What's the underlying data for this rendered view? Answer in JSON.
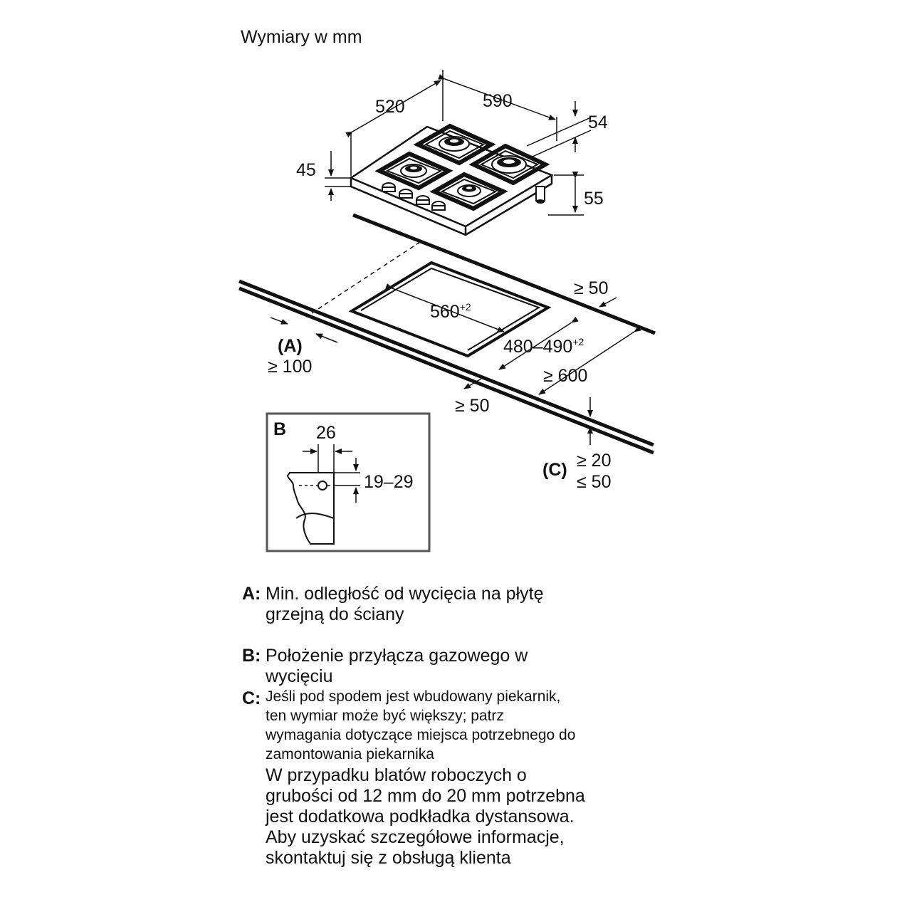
{
  "header": {
    "title": "Wymiary w mm"
  },
  "dims": {
    "depth": "520",
    "width": "590",
    "top": "54",
    "glass": "45",
    "height": "55",
    "cut_width": "560",
    "cut_width_tol": "+2",
    "cut_depth": "480–490",
    "cut_depth_tol": "+2",
    "rear": "≥ 50",
    "wall_label": "(A)",
    "wall": "≥ 100",
    "side": "≥ 600",
    "front": "≥ 50",
    "bottom_label": "(C)",
    "bottom_min": "≥ 20",
    "bottom_max": "≤ 50"
  },
  "detail": {
    "label": "B",
    "horizontal": "26",
    "vertical": "19–29"
  },
  "legend": {
    "a_key": "A:",
    "a_lines": [
      "Min. odległość od wycięcia na płytę",
      "grzejną do ściany"
    ],
    "b_key": "B:",
    "b_lines": [
      "Położenie przyłącza gazowego w",
      "wycięciu"
    ],
    "c_key": "C:",
    "c_lines": [
      "Jeśli pod spodem jest wbudowany piekarnik,",
      "ten wymiar może być większy; patrz",
      "wymagania dotyczące miejsca potrzebnego do",
      "zamontowania piekarnika"
    ],
    "note_lines": [
      "W przypadku blatów roboczych o",
      "grubości od 12 mm do 20 mm potrzebna",
      "jest dodatkowa podkładka dystansowa.",
      "Aby uzyskać szczegółowe informacje,",
      "skontaktuj się z obsługą klienta"
    ]
  }
}
